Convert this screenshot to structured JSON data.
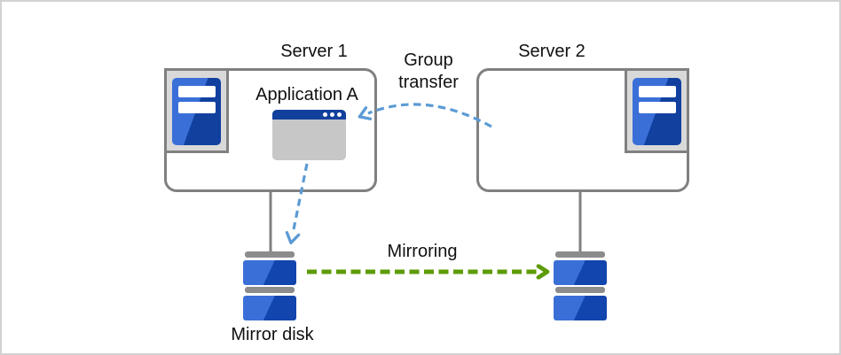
{
  "diagram": {
    "server1": {
      "label": "Server 1",
      "application_label": "Application A"
    },
    "server2": {
      "label": "Server 2"
    },
    "disks": {
      "mirror_disk_label": "Mirror disk"
    },
    "arrows": {
      "group_transfer_label": "Group\ntransfer",
      "mirroring_label": "Mirroring"
    }
  },
  "icons": {
    "server1_icon": "tower-server-icon",
    "server2_icon": "tower-server-icon",
    "application_icon": "app-window-icon",
    "disk_left_icon": "disk-stack-icon",
    "disk_right_icon": "disk-stack-icon"
  },
  "colors": {
    "canvas_border": "#d2d2d2",
    "outline_gray": "#808080",
    "icon_panel_bg": "#d9d9d9",
    "server_blue_light": "#3a6fd8",
    "server_blue_dark": "#11409f",
    "window_titlebar_blue": "#12409d",
    "window_body_gray": "#c7c7c7",
    "disk_bar_gray": "#8c8c8c",
    "disk_blue_light": "#3b6fd8",
    "disk_blue_dark": "#1245ad",
    "arrow_blue": "#5b9bd5",
    "arrow_green": "#5d9b05",
    "text": "#111111"
  }
}
